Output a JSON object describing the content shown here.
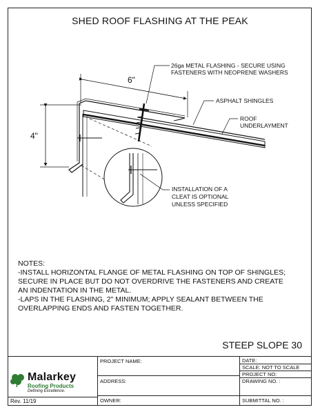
{
  "title": "SHED ROOF FLASHING AT THE PEAK",
  "labels": {
    "metal_flashing_line1": "26ga METAL FLASHING - SECURE USING",
    "metal_flashing_line2": "FASTENERS WITH NEOPRENE WASHERS",
    "asphalt_shingles": "ASPHALT SHINGLES",
    "roof_line1": "ROOF",
    "roof_line2": "UNDERLAYMENT",
    "cleat_line1": "INSTALLATION OF A",
    "cleat_line2": "CLEAT IS OPTIONAL",
    "cleat_line3": "UNLESS SPECIFIED"
  },
  "dimensions": {
    "horizontal": "6\"",
    "vertical": "4\""
  },
  "notes": {
    "heading": "NOTES:",
    "lines": [
      "-INSTALL HORIZONTAL FLANGE OF METAL FLASHING ON TOP OF SHINGLES;",
      "SECURE IN PLACE BUT DO NOT OVERDRIVE THE FASTENERS AND CREATE",
      "AN INDENTATION IN THE METAL.",
      "-LAPS IN THE FLASHING, 2\" MINIMUM; APPLY SEALANT BETWEEN THE",
      "OVERLAPPING ENDS AND FASTEN TOGETHER."
    ]
  },
  "sheet_id": "STEEP SLOPE 30",
  "title_block": {
    "project_name": "PROJECT NAME:",
    "address": "ADDRESS:",
    "owner": "OWNER:",
    "date": "DATE:",
    "scale": "SCALE:  NOT TO SCALE",
    "project_no": "PROJECT NO:",
    "drawing_no": "DRAWING NO. :",
    "submittal_no": "SUBMITTAL NO. :"
  },
  "logo": {
    "name": "Malarkey",
    "sub": "Roofing Products",
    "tagline": "Defining Excellence.",
    "brand_color": "#2e7d32"
  },
  "revision": "Rev. 11/19"
}
